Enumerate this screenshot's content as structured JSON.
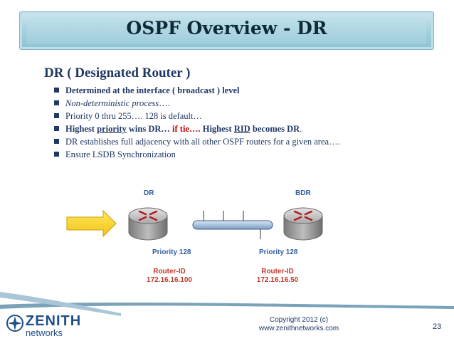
{
  "slide": {
    "title": "OSPF Overview - DR",
    "heading": "DR ( Designated Router )",
    "bullets": {
      "b1": "Determined at the interface ( broadcast ) level",
      "b2": "Non-deterministic process",
      "b2_suffix": "….",
      "b3": "Priority 0 thru 255….  128 is default…",
      "b4_part1": "Highest ",
      "b4_part2": "priority",
      "b4_part3": " wins DR… ",
      "b4_part4": "if tie….",
      "b4_part5": " Highest ",
      "b4_part6": "RID",
      "b4_part7": " becomes DR",
      "b4_part8": ".",
      "b5": "DR establishes full adjacency with all other OSPF routers for a given area….",
      "b6": "Ensure LSDB Synchronization"
    },
    "diagram": {
      "dr_label": "DR",
      "bdr_label": "BDR",
      "dr_priority": "Priority 128",
      "bdr_priority": "Priority 128",
      "dr_rid_label": "Router-ID",
      "dr_rid_value": "172.16.16.100",
      "bdr_rid_label": "Router-ID",
      "bdr_rid_value": "172.16.16.50"
    },
    "footer": {
      "logo_word": "ZENITH",
      "logo_sub": "networks",
      "copyright_line1": "Copyright  2012 (c)",
      "copyright_line2": "www.zenithnetworks.com",
      "page_number": "23"
    }
  }
}
